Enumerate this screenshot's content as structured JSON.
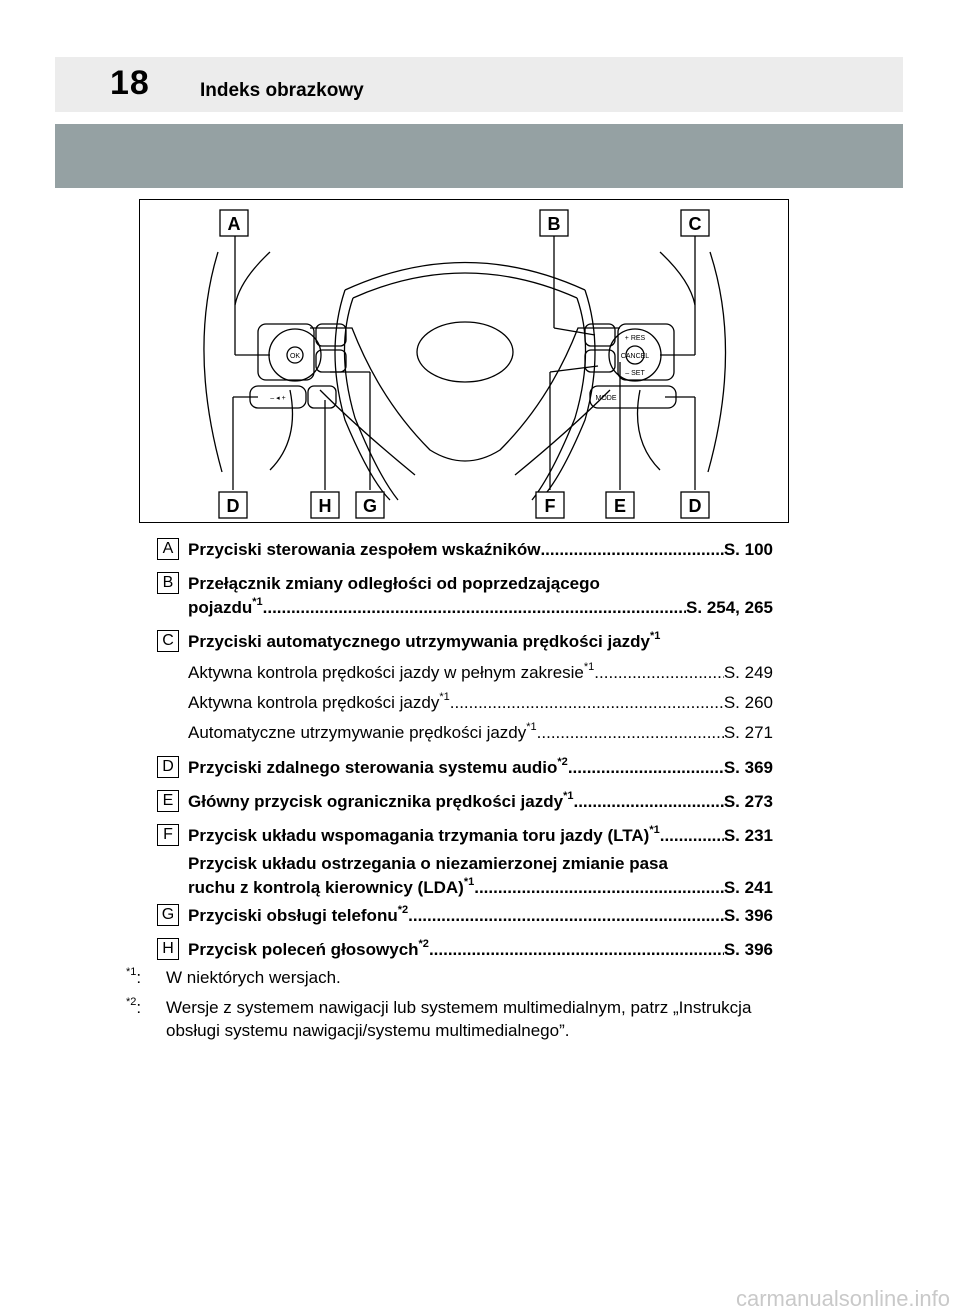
{
  "header": {
    "page_number": "18",
    "section_title": "Indeks obrazkowy"
  },
  "figure": {
    "callouts": [
      "A",
      "B",
      "C",
      "D",
      "H",
      "G",
      "F",
      "E",
      "D"
    ],
    "button_labels": {
      "ok": "OK",
      "res": "+ RES",
      "cancel": "CANCEL",
      "set": "– SET",
      "mode": "MODE",
      "vol": "– ◂ +"
    }
  },
  "entries": [
    {
      "key": "A",
      "text": "Przyciski sterowania zespołem wskaźników",
      "ref": "S. 100"
    },
    {
      "key": "B",
      "line1": "Przełącznik zmiany odległości od poprzedzającego",
      "text": "pojazdu",
      "sup": "*1",
      "ref": "S. 254, 265"
    },
    {
      "key": "C",
      "text": "Przyciski automatycznego utrzymywania prędkości jazdy",
      "sup": "*1",
      "subs": [
        {
          "text": "Aktywna kontrola prędkości jazdy w pełnym zakresie",
          "sup": "*1",
          "ref": "S. 249"
        },
        {
          "text": "Aktywna kontrola prędkości jazdy",
          "sup": "*1",
          "ref": "S. 260"
        },
        {
          "text": "Automatyczne utrzymywanie prędkości jazdy",
          "sup": "*1",
          "ref": "S. 271"
        }
      ]
    },
    {
      "key": "D",
      "text": "Przyciski zdalnego sterowania systemu audio",
      "sup": "*2",
      "ref": "S. 369"
    },
    {
      "key": "E",
      "text": "Główny przycisk ogranicznika prędkości jazdy",
      "sup": "*1",
      "ref": "S. 273"
    },
    {
      "key": "F",
      "text": "Przycisk układu wspomagania trzymania toru jazdy (LTA)",
      "sup": "*1",
      "ref": "S. 231",
      "line2": "Przycisk układu ostrzegania o niezamierzonej zmianie pasa",
      "text3": "ruchu z kontrolą kierownicy (LDA)",
      "sup3": "*1",
      "ref3": "S. 241"
    },
    {
      "key": "G",
      "text": "Przyciski obsługi telefonu",
      "sup": "*2",
      "ref": "S. 396"
    },
    {
      "key": "H",
      "text": "Przycisk poleceń głosowych",
      "sup": "*2",
      "ref": "S. 396"
    }
  ],
  "footnotes": [
    {
      "mark": "*1",
      "text": "W niektórych wersjach."
    },
    {
      "mark": "*2",
      "text": "Wersje z systemem nawigacji lub systemem multimedialnym, patrz „Instrukcja obsługi systemu nawigacji/systemu multimedialnego”."
    }
  ],
  "watermark": "carmanualsonline.info"
}
